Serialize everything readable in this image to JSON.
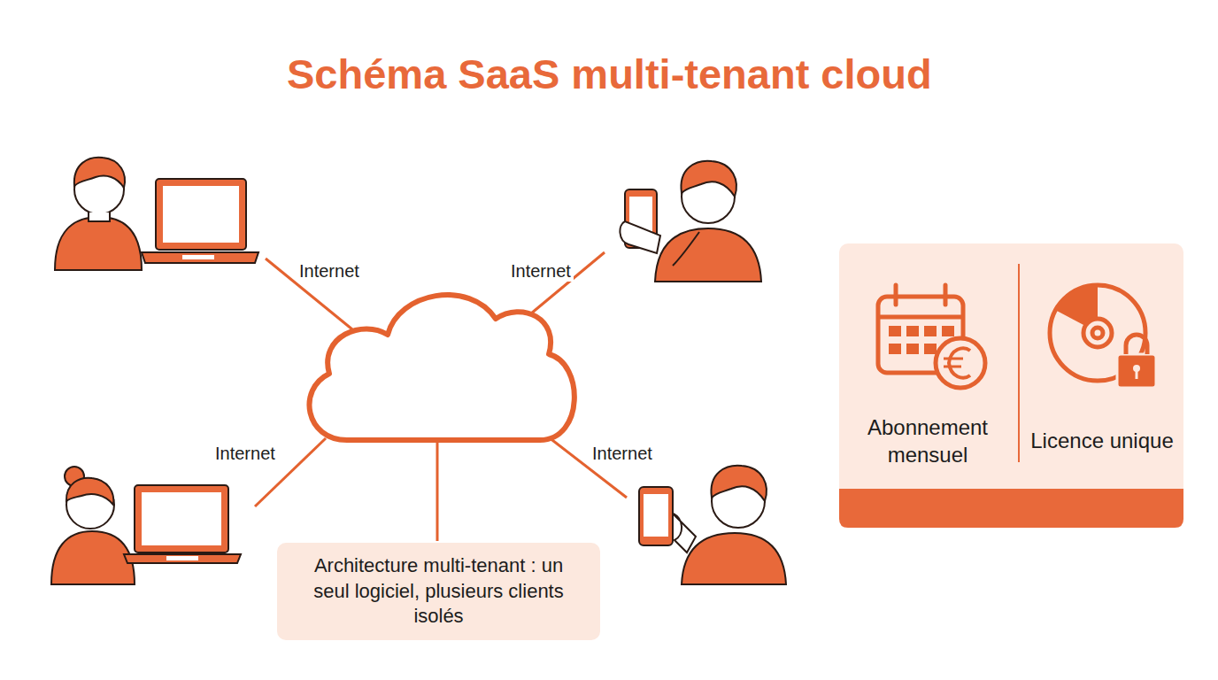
{
  "diagram": {
    "title": "Schéma SaaS multi-tenant cloud",
    "nodes": [
      {
        "text": [
          "Architecture multi-tenant : un seul logiciel, plusieurs clients isolés"
        ]
      },
      {
        "text": [
          "Abonnement mensuel",
          "Licence unique"
        ]
      }
    ],
    "labels": [
      "Internet",
      "Internet",
      "Internet",
      "Internet"
    ]
  }
}
